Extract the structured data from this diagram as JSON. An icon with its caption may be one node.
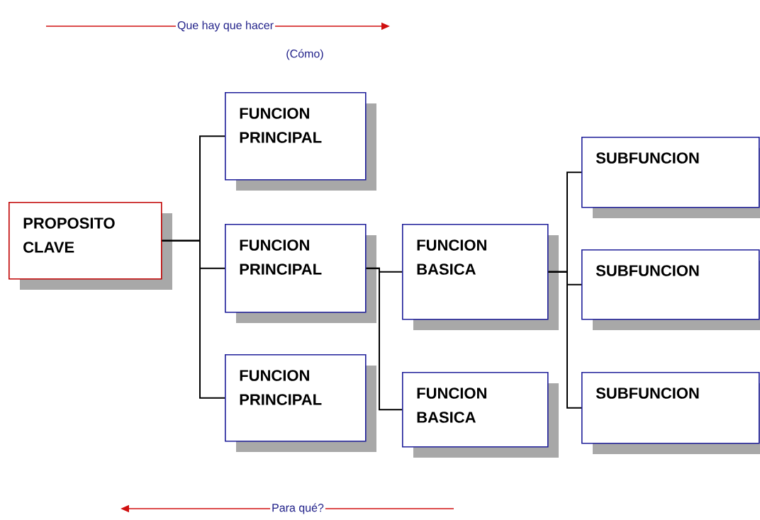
{
  "diagram": {
    "nodes": [
      {
        "text": [
          "PROPOSITO CLAVE"
        ]
      },
      {
        "text": [
          "FUNCION PRINCIPAL"
        ]
      },
      {
        "text": [
          "FUNCION PRINCIPAL"
        ]
      },
      {
        "text": [
          "FUNCION PRINCIPAL"
        ]
      },
      {
        "text": [
          "FUNCION BASICA"
        ]
      },
      {
        "text": [
          "FUNCION BASICA"
        ]
      },
      {
        "text": [
          "SUBFUNCION"
        ]
      },
      {
        "text": [
          "SUBFUNCION"
        ]
      },
      {
        "text": [
          "SUBFUNCION"
        ]
      }
    ],
    "edges": [
      {
        "from": 0,
        "to": 1,
        "arrow": "none"
      },
      {
        "from": 0,
        "to": 2,
        "arrow": "none"
      },
      {
        "from": 0,
        "to": 3,
        "arrow": "none"
      },
      {
        "from": 2,
        "to": 4,
        "arrow": "none"
      },
      {
        "from": 2,
        "to": 5,
        "arrow": "none"
      },
      {
        "from": 4,
        "to": 6,
        "arrow": "none"
      },
      {
        "from": 4,
        "to": 7,
        "arrow": "none"
      },
      {
        "from": 4,
        "to": 8,
        "arrow": "none"
      }
    ],
    "labels": [
      "Que hay que hacer",
      "(Cómo)",
      "Para qué?"
    ]
  }
}
